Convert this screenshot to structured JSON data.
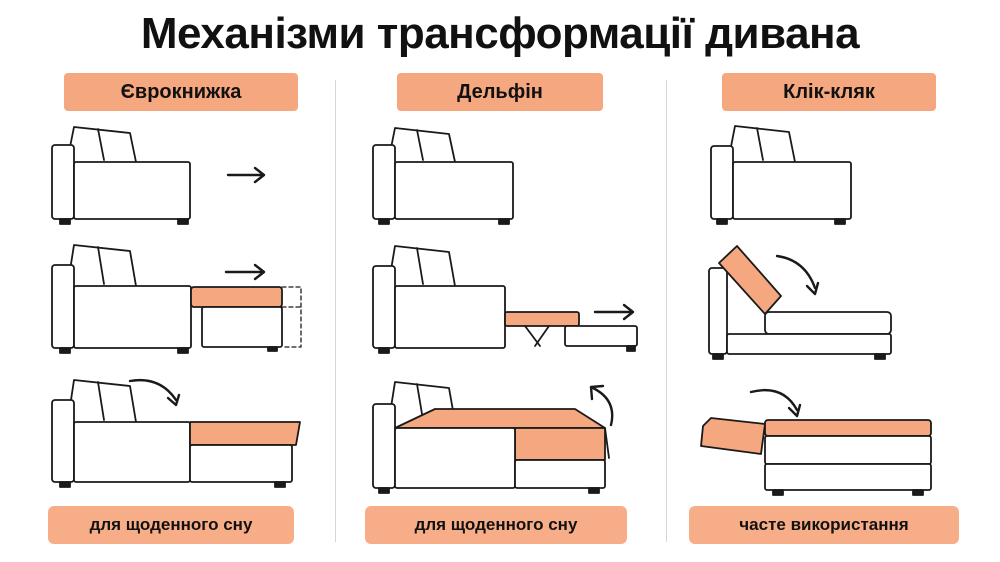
{
  "title": "Механізми трансформації дивана",
  "mechanisms": [
    {
      "name": "Єврокнижка",
      "usage": "для щоденного сну"
    },
    {
      "name": "Дельфін",
      "usage": "для щоденного сну"
    },
    {
      "name": "Клік-кляк",
      "usage": "часте використання"
    }
  ],
  "colors": {
    "accent": "#f5a77f",
    "outline": "#1a1a1a",
    "divider": "#d6d6d6"
  }
}
